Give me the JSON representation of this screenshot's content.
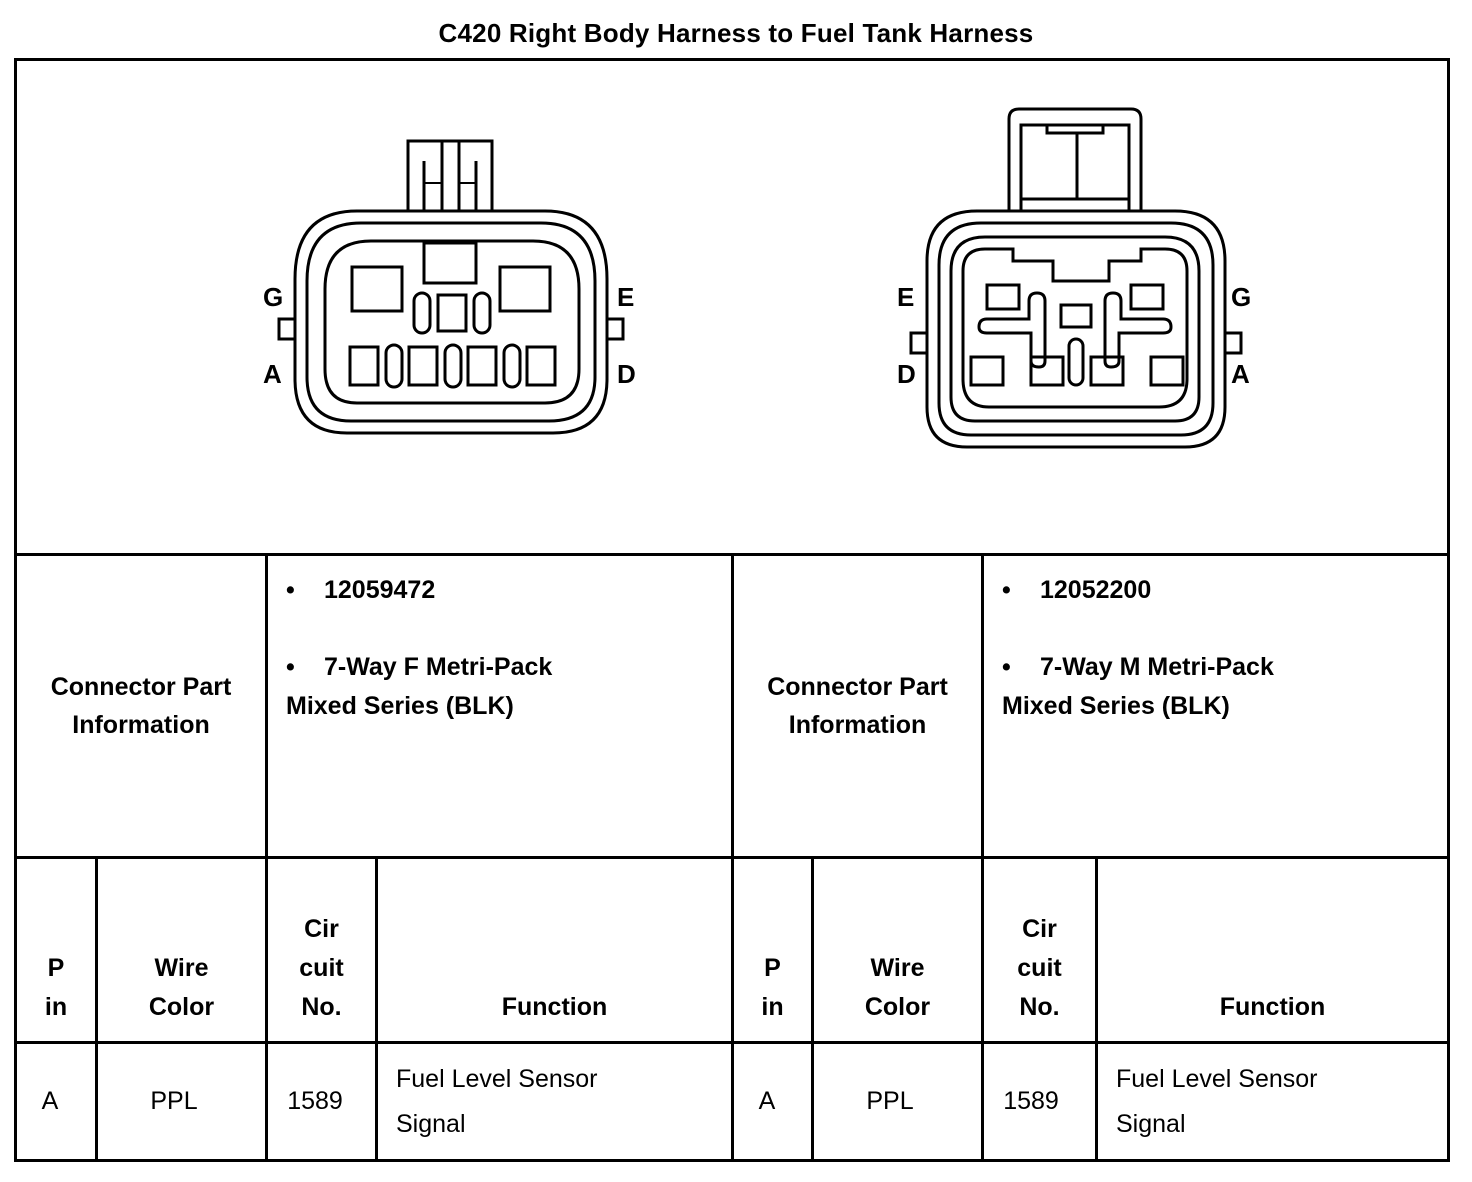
{
  "title": "C420 Right Body Harness to Fuel Tank Harness",
  "left_connector": {
    "pin_labels": {
      "top_left": "G",
      "bottom_left": "A",
      "top_right": "E",
      "bottom_right": "D"
    },
    "info_label_line1": "Connector Part",
    "info_label_line2": "Information",
    "part_number": "12059472",
    "description_line1": "7-Way F Metri-Pack",
    "description_line2": "Mixed Series (BLK)"
  },
  "right_connector": {
    "pin_labels": {
      "top_left": "E",
      "bottom_left": "D",
      "top_right": "G",
      "bottom_right": "A"
    },
    "info_label_line1": "Connector Part",
    "info_label_line2": "Information",
    "part_number": "12052200",
    "description_line1": "7-Way M Metri-Pack",
    "description_line2": "Mixed Series (BLK)"
  },
  "bullet": "•",
  "columns": {
    "pin_line1": "P",
    "pin_line2": "in",
    "wire_line1": "Wire",
    "wire_line2": "Color",
    "circuit_line1": "Cir",
    "circuit_line2": "cuit",
    "circuit_line3": "No.",
    "function": "Function"
  },
  "rows": [
    {
      "left": {
        "pin": "A",
        "wire_color": "PPL",
        "circuit": "1589",
        "function_line1": "Fuel Level Sensor",
        "function_line2": "Signal"
      },
      "right": {
        "pin": "A",
        "wire_color": "PPL",
        "circuit": "1589",
        "function_line1": "Fuel Level Sensor",
        "function_line2": "Signal"
      }
    }
  ]
}
